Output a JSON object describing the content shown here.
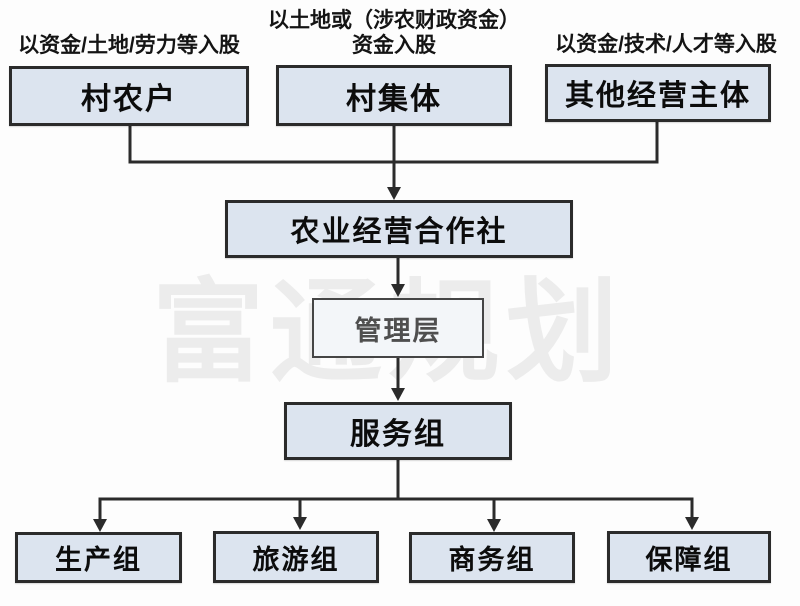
{
  "watermark": "富通规划",
  "annotations": {
    "left": "以资金/土地/劳力等入股",
    "center_line1": "以土地或（涉农财政资金）",
    "center_line2": "资金入股",
    "right": "以资金/技术/人才等入股"
  },
  "nodes": {
    "farmers": "村农户",
    "collective": "村集体",
    "other_entities": "其他经营主体",
    "cooperative": "农业经营合作社",
    "management": "管理层",
    "service_group": "服务组",
    "production_group": "生产组",
    "tourism_group": "旅游组",
    "commerce_group": "商务组",
    "support_group": "保障组"
  },
  "colors": {
    "box_fill": "#dce4ef",
    "box_border": "#2b2b2b",
    "line": "#2b2b2b",
    "management_fill": "#f3f6f9",
    "management_text": "#4f4f4f",
    "watermark": "#ececec"
  }
}
